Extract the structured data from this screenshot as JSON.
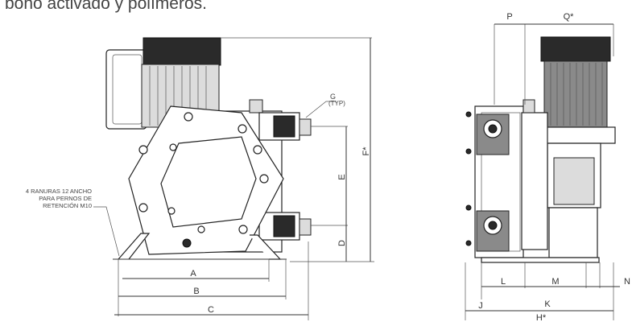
{
  "header": {
    "text": "bono activado y polímeros."
  },
  "front_view": {
    "labels": {
      "A": "A",
      "B": "B",
      "C": "C",
      "D": "D",
      "E": "E",
      "F": "F*",
      "G": "G",
      "G_typ": "(TYP)"
    },
    "note_lines": [
      "4 RANURAS 12 ANCHO",
      "PARA PERNOS DE",
      "RETENCIÓN M10"
    ]
  },
  "side_view": {
    "labels": {
      "P": "P",
      "Q": "Q*",
      "L": "L",
      "M": "M",
      "N": "N",
      "J": "J",
      "K": "K",
      "H": "H*"
    }
  }
}
